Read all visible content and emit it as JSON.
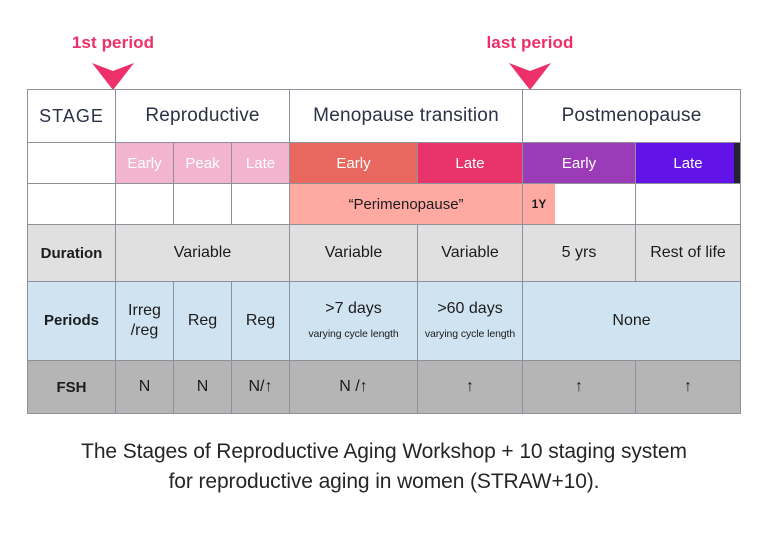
{
  "annotations": {
    "first_period": {
      "label": "1st period",
      "icon": "down-chevron-arrow",
      "color": "#ed2f6a"
    },
    "last_period": {
      "label": "last period",
      "icon": "down-chevron-arrow",
      "color": "#ed2f6a"
    }
  },
  "table": {
    "stage_row": {
      "row_label": "STAGE",
      "groups": [
        {
          "name": "Reproductive",
          "span": 3
        },
        {
          "name": "Menopause transition",
          "span": 2
        },
        {
          "name": "Postmenopause",
          "span": 2
        }
      ]
    },
    "substage_row": {
      "cells": [
        {
          "label": "Early",
          "color": "#f2b4ce"
        },
        {
          "label": "Peak",
          "color": "#f2b4ce"
        },
        {
          "label": "Late",
          "color": "#f2b4ce"
        },
        {
          "label": "Early",
          "color": "#e8675f"
        },
        {
          "label": "Late",
          "color": "#e8346b"
        },
        {
          "label": "Early",
          "color": "#9b3bb8"
        },
        {
          "label": "Late",
          "color": "#6214e8"
        }
      ]
    },
    "perimenopause_row": {
      "band_label": "“Perimenopause”",
      "band_color": "#ffa9a3",
      "marker_label": "1Y"
    },
    "duration_row": {
      "row_label": "Duration",
      "values": [
        "Variable",
        "Variable",
        "Variable",
        "5 yrs",
        "Rest of life"
      ]
    },
    "periods_row": {
      "row_label": "Periods",
      "values": [
        {
          "main": "Irreg /reg",
          "note": ""
        },
        {
          "main": "Reg",
          "note": ""
        },
        {
          "main": "Reg",
          "note": ""
        },
        {
          "main": ">7 days",
          "note": "varying cycle length"
        },
        {
          "main": ">60 days",
          "note": "varying cycle length"
        },
        {
          "main": "None",
          "note": ""
        }
      ]
    },
    "fsh_row": {
      "row_label": "FSH",
      "values": [
        "N",
        "N",
        "N/↑",
        "N /↑",
        "↑",
        "↑",
        "↑"
      ]
    }
  },
  "caption": {
    "line1": "The Stages of Reproductive Aging Workshop + 10 staging system",
    "line2": "for reproductive aging in women (STRAW+10)."
  }
}
